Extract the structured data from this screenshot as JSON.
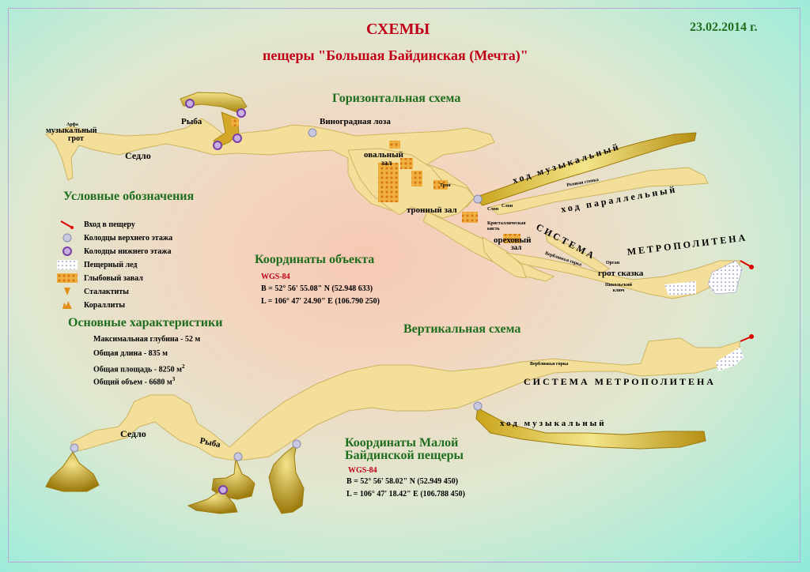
{
  "title": {
    "line1": "СХЕМЫ",
    "line2": "пещеры \"Большая Байдинская (Мечта)\"",
    "date": "23.02.2014 г."
  },
  "colors": {
    "accent_red": "#c00018",
    "heading_green": "#1e6e1e",
    "cave_fill": "#f3df9a",
    "cave_dark": "#b08a18"
  },
  "horizontal": {
    "heading": "Горизонтальная схема",
    "labels": {
      "arfa": "Арфа",
      "muz_grot_1": "музыкальный",
      "muz_grot_2": "грот",
      "sedlo": "Седло",
      "ryba": "Рыба",
      "vinogradnaya": "Виноградная лоза",
      "oval_1": "овальный",
      "oval_2": "зал",
      "tron": "Трон",
      "tronniy": "тронный зал",
      "slon1": "Слон",
      "slon2": "Слон",
      "hod_muz": "ход музыкальный",
      "hod_par": "ход параллельный",
      "rozovaya": "Розовая стенка",
      "sistema": "СИСТЕМА",
      "metro": "МЕТРОПОЛИТЕНА",
      "kristal": "Кристаллическая кисть",
      "oreh_1": "ореховый",
      "oreh_2": "зал",
      "verbl": "Верблюжья горка",
      "organ": "Орган",
      "grot_skazka": "грот сказка",
      "nikol": "Никольский ключ"
    }
  },
  "legend": {
    "heading": "Условные обозначения",
    "items": [
      {
        "icon": "entrance-icon",
        "label": "Вход в пещеру"
      },
      {
        "icon": "upper-well-icon",
        "label": "Колодцы верхнего этажа"
      },
      {
        "icon": "lower-well-icon",
        "label": "Колодцы нижнего этажа"
      },
      {
        "icon": "ice-icon",
        "label": "Пещерный лед"
      },
      {
        "icon": "rockfall-icon",
        "label": "Глыбовый завал"
      },
      {
        "icon": "stalactite-icon",
        "label": "Сталактиты"
      },
      {
        "icon": "coral-icon",
        "label": "Кораллиты"
      }
    ]
  },
  "coords_object": {
    "heading": "Координаты объекта",
    "system": "WGS-84",
    "b": "B =   52° 56' 55.08\" N (52.948 633)",
    "l": "L = 106° 47' 24.90\" E (106.790 250)"
  },
  "characteristics": {
    "heading": "Основные характеристики",
    "items": [
      "Максимальная глубина - 52 м",
      "Общая длина - 835 м",
      "Общая площадь - 8250 м",
      "Общий объем - 6680 м"
    ],
    "area_sup": "2",
    "vol_sup": "3"
  },
  "vertical": {
    "heading": "Вертикальная схема",
    "labels": {
      "verbl": "Верблюжья горка",
      "metro": "СИСТЕМА  МЕТРОПОЛИТЕНА",
      "hod_muz": "ход  музыкальный",
      "sedlo": "Седло",
      "ryba": "Рыба"
    }
  },
  "coords_small": {
    "heading1": "Координаты Малой",
    "heading2": "Байдинской пещеры",
    "system": "WGS-84",
    "b": "B =   52° 56' 58.02\" N (52.949 450)",
    "l": "L = 106° 47' 18.42\" E (106.788 450)"
  }
}
